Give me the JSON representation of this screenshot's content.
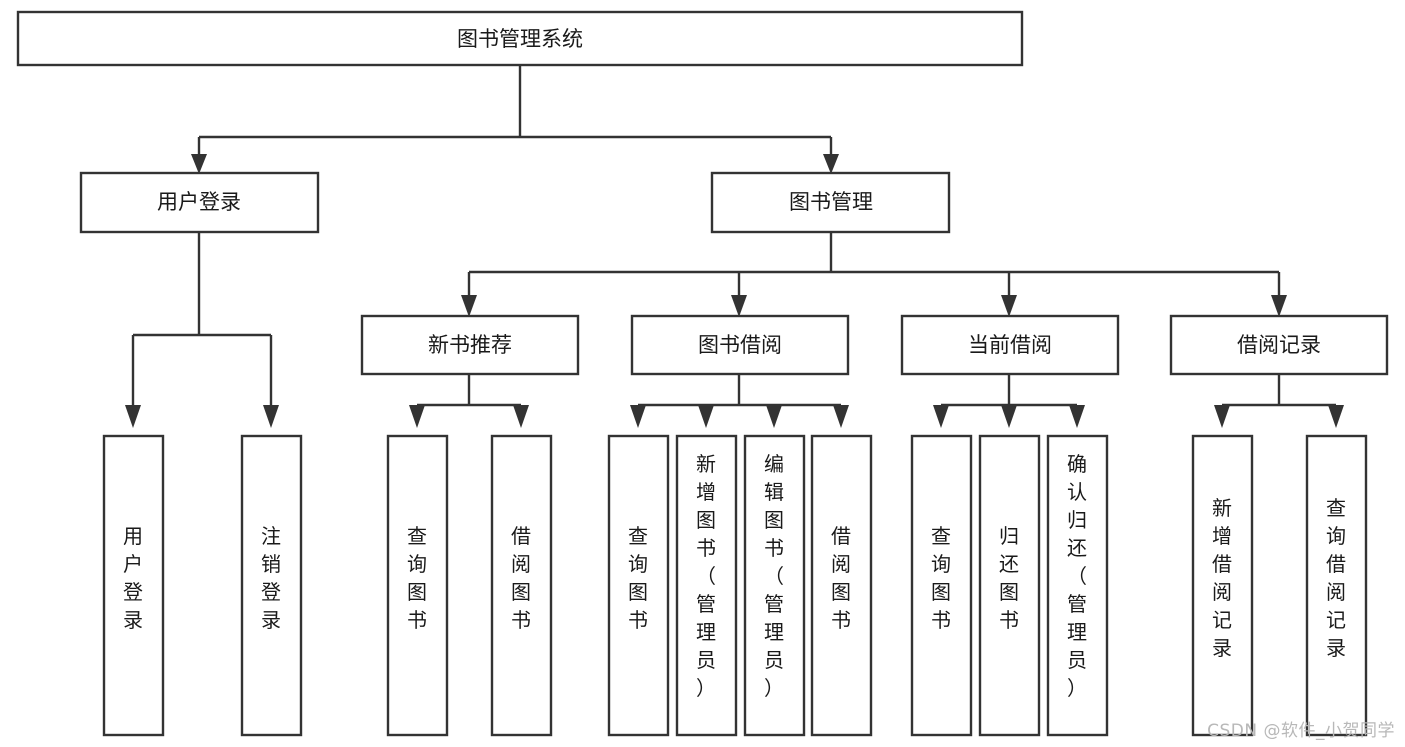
{
  "diagram": {
    "type": "tree-hierarchy-chart",
    "title": "图书管理系统",
    "line_color": "#333333",
    "box_fill": "#ffffff",
    "text_color": "#1a1a1a",
    "levels": {
      "level1": [
        {
          "id": "root",
          "label": "图书管理系统"
        }
      ],
      "level2": [
        {
          "id": "user-login",
          "label": "用户登录"
        },
        {
          "id": "book-manage",
          "label": "图书管理"
        }
      ],
      "level3": [
        {
          "id": "new-book-rec",
          "label": "新书推荐"
        },
        {
          "id": "book-borrow",
          "label": "图书借阅"
        },
        {
          "id": "current-borrow",
          "label": "当前借阅"
        },
        {
          "id": "borrow-record",
          "label": "借阅记录"
        }
      ],
      "level4": [
        {
          "id": "leaf-user-login",
          "label": "用户登录",
          "parent": "user-login"
        },
        {
          "id": "leaf-logout-login",
          "label": "注销登录",
          "parent": "user-login"
        },
        {
          "id": "leaf-query-book-1",
          "label": "查询图书",
          "parent": "new-book-rec"
        },
        {
          "id": "leaf-borrow-book-1",
          "label": "借阅图书",
          "parent": "new-book-rec"
        },
        {
          "id": "leaf-query-book-2",
          "label": "查询图书",
          "parent": "book-borrow"
        },
        {
          "id": "leaf-add-book",
          "label": "新增图书（管理员）",
          "parent": "book-borrow"
        },
        {
          "id": "leaf-edit-book",
          "label": "编辑图书（管理员）",
          "parent": "book-borrow"
        },
        {
          "id": "leaf-borrow-book-2",
          "label": "借阅图书",
          "parent": "book-borrow"
        },
        {
          "id": "leaf-query-book-3",
          "label": "查询图书",
          "parent": "current-borrow"
        },
        {
          "id": "leaf-return-book",
          "label": "归还图书",
          "parent": "current-borrow"
        },
        {
          "id": "leaf-confirm-return",
          "label": "确认归还（管理员）",
          "parent": "current-borrow"
        },
        {
          "id": "leaf-add-record",
          "label": "新增借阅记录",
          "parent": "borrow-record"
        },
        {
          "id": "leaf-query-record",
          "label": "查询借阅记录",
          "parent": "borrow-record"
        }
      ]
    }
  },
  "watermark": {
    "text": "CSDN @软件_小贺同学"
  }
}
